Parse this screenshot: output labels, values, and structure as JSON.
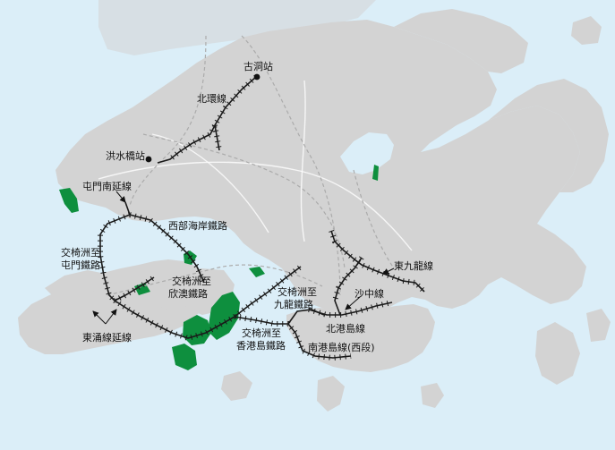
{
  "map": {
    "colors": {
      "sea": "#dbeef8",
      "land": "#d3d3d3",
      "green_area": "#0e8f3e",
      "proposed_rail": "#1a1a1a",
      "existing_rail": "#ababab"
    },
    "labels": {
      "kwu_tung": "古洞站",
      "northern_link": "北環線",
      "hung_shui_kiu": "洪水橋站",
      "tuen_mun_south": "屯門南延線",
      "western_coastal": "西部海岸鐵路",
      "east_kowloon": "東九龍線",
      "kcm_tuen_mun_1": "交椅洲至",
      "kcm_tuen_mun_2": "屯門鐵路",
      "kcm_sunny_bay_1": "交椅洲至",
      "kcm_sunny_bay_2": "欣澳鐵路",
      "kcm_kowloon_1": "交椅洲至",
      "kcm_kowloon_2": "九龍鐵路",
      "shatin_central": "沙中線",
      "north_island": "北港島線",
      "kcm_island_1": "交椅洲至",
      "kcm_island_2": "香港島鐵路",
      "south_island_west": "南港島線(西段)",
      "tung_chung_ext": "東涌線延線"
    }
  }
}
